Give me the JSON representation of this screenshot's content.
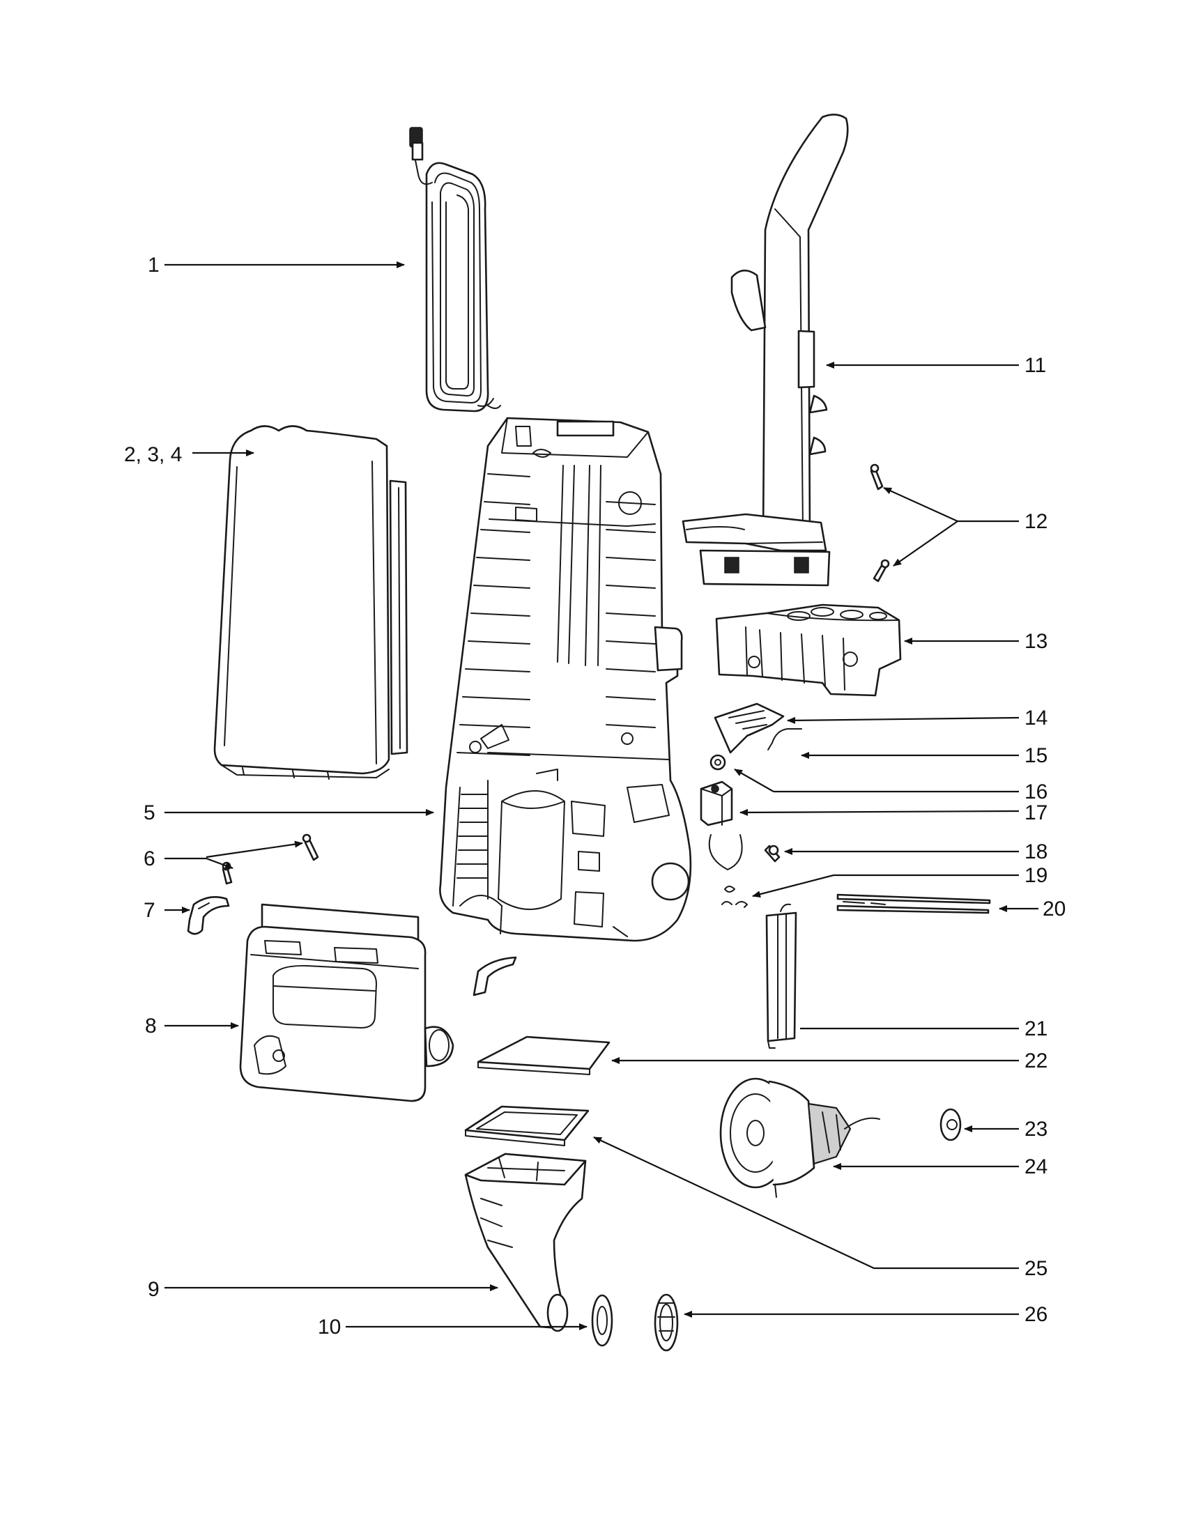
{
  "callouts": [
    "1",
    "2, 3, 4",
    "5",
    "6",
    "7",
    "8",
    "9",
    "10",
    "11",
    "12",
    "13",
    "14",
    "15",
    "16",
    "17",
    "18",
    "19",
    "20",
    "21",
    "22",
    "23",
    "24",
    "25",
    "26"
  ]
}
